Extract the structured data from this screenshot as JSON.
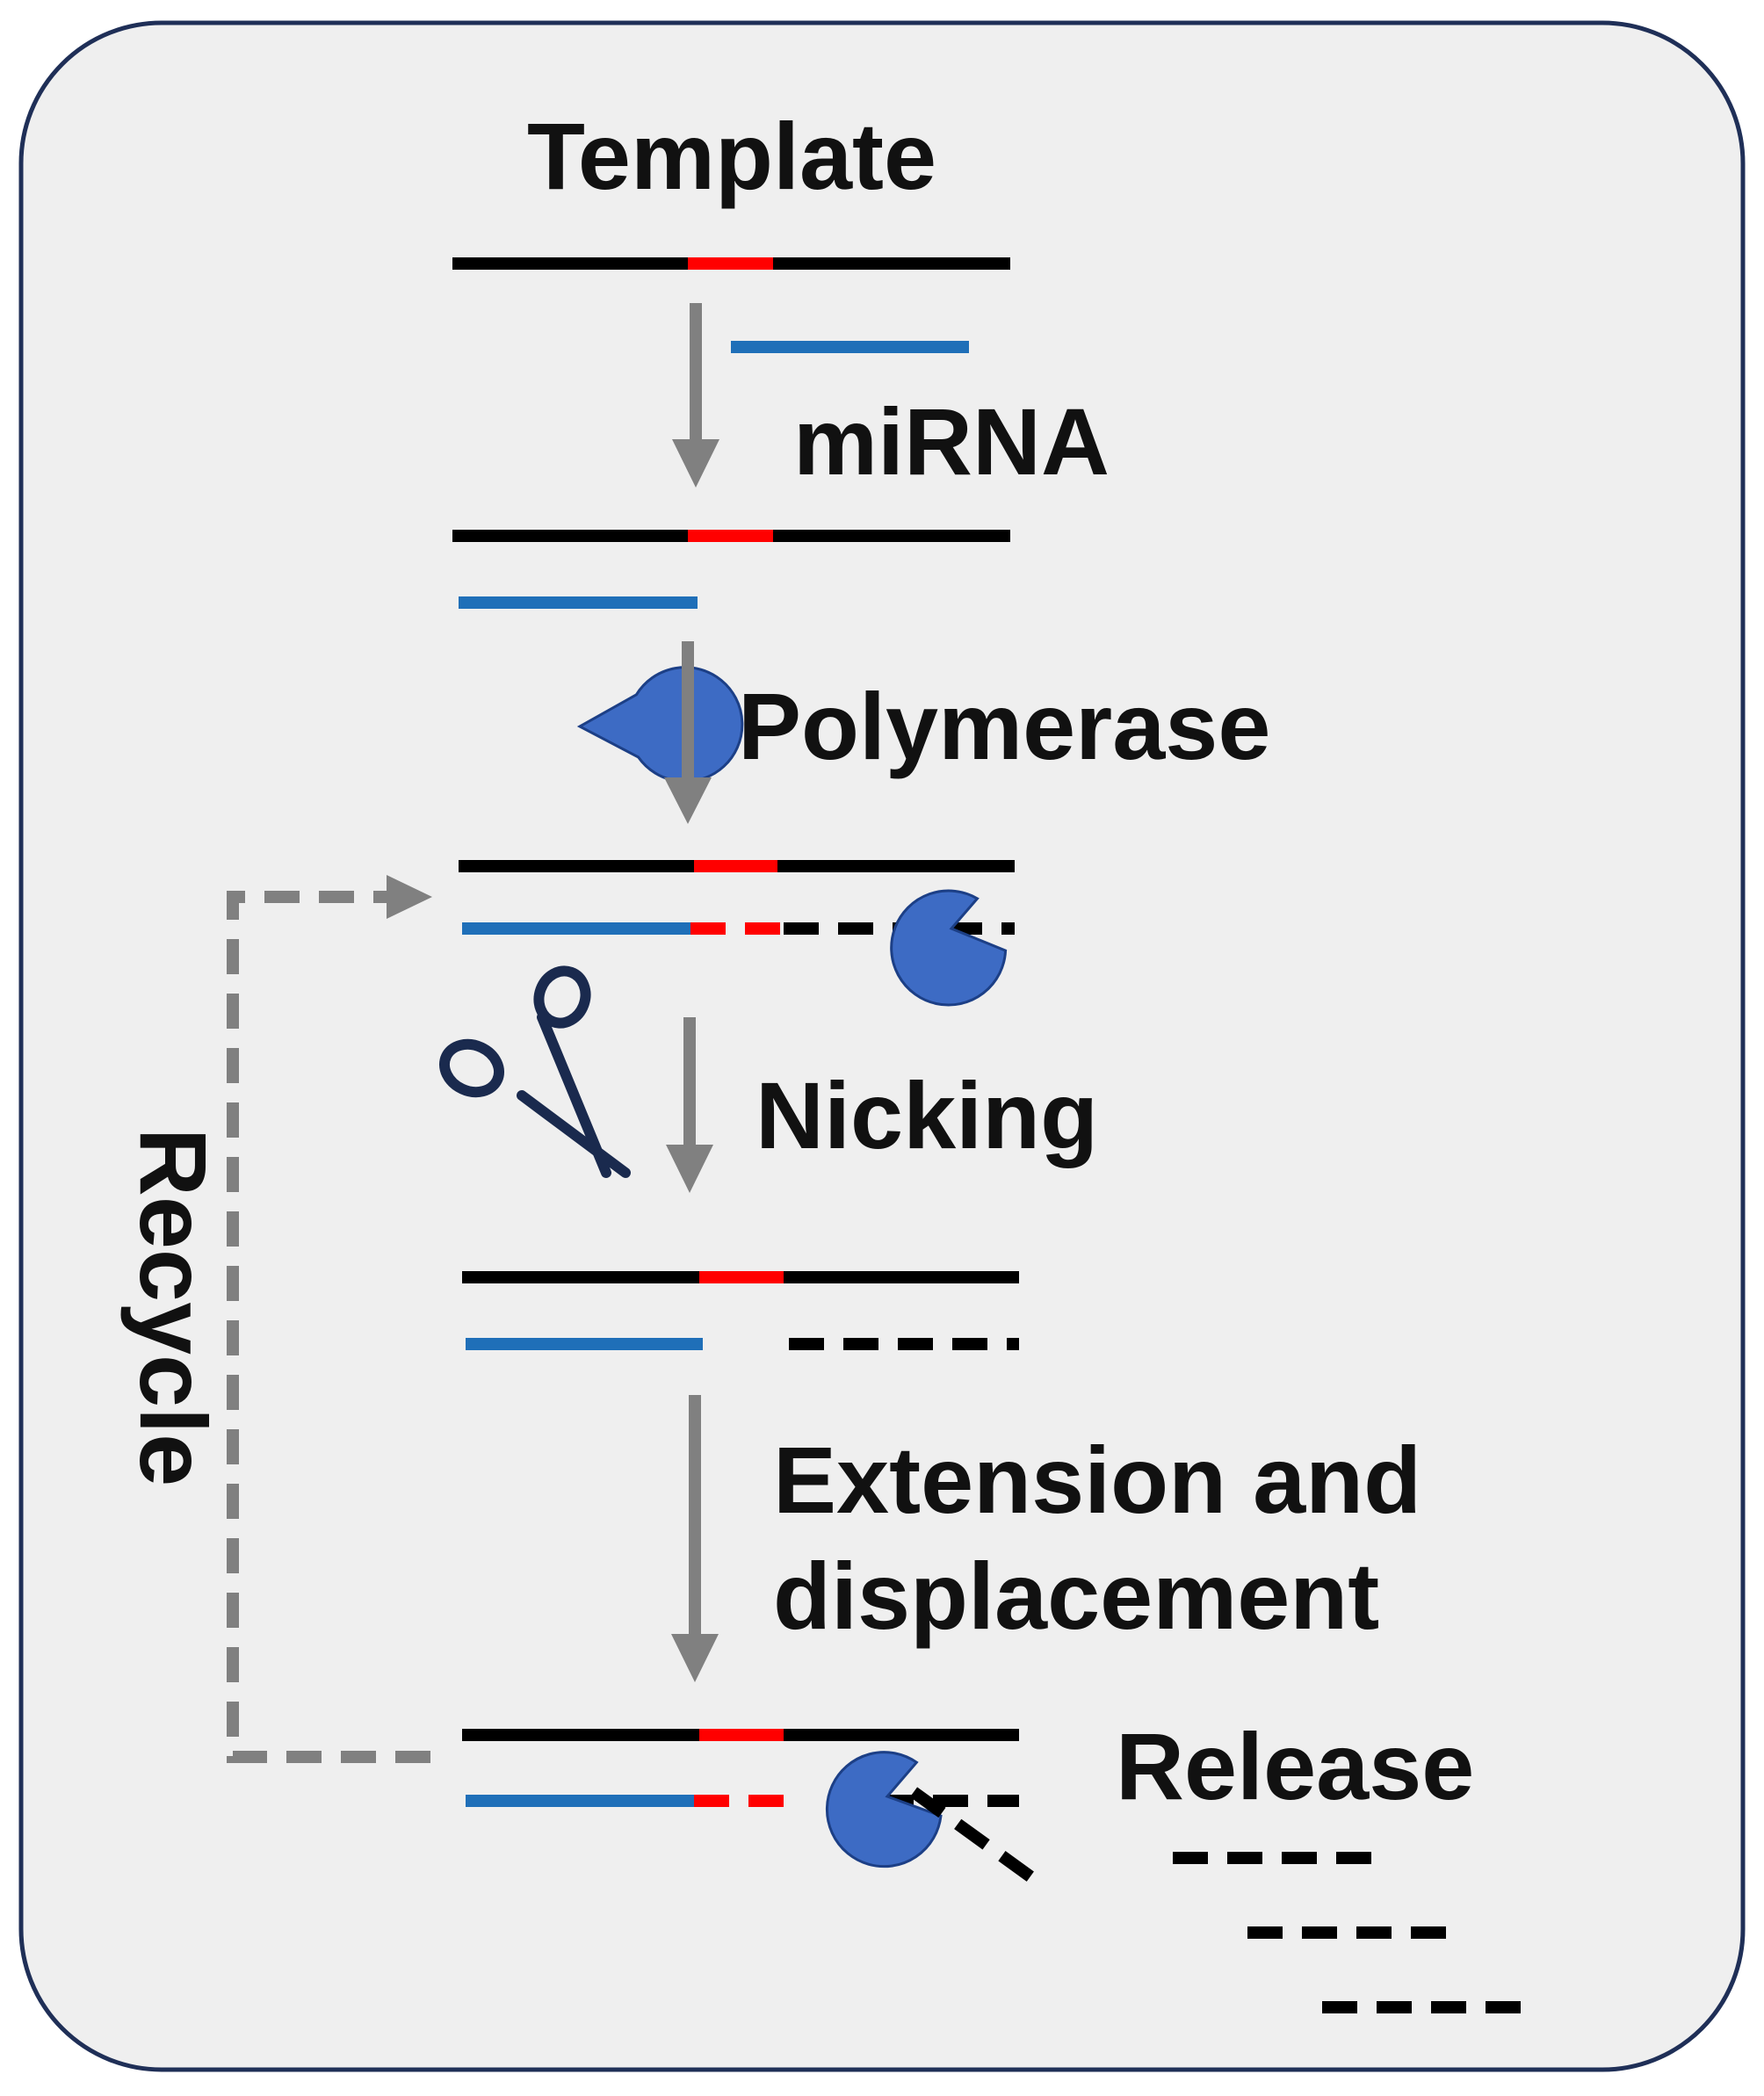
{
  "labels": {
    "template": "Template",
    "mirna": "miRNA",
    "polymerase": "Polymerase",
    "nicking": "Nicking",
    "extension_line1": "Extension and",
    "extension_line2": "displacement",
    "release": "Release",
    "recycle": "Recycle"
  },
  "colors": {
    "background_panel": "#efefef",
    "panel_border": "#1f2f57",
    "template_strand": "#000000",
    "recognition_site": "#ff0000",
    "mirna_strand": "#1f6fb8",
    "polymerase_fill": "#3d6bc4",
    "polymerase_stroke": "#1c3f86",
    "arrow": "#808080",
    "scissors": "#1a2a4e"
  },
  "icons": {
    "polymerase": "pacman-enzyme-icon",
    "nicking_enzyme": "scissors-icon"
  }
}
